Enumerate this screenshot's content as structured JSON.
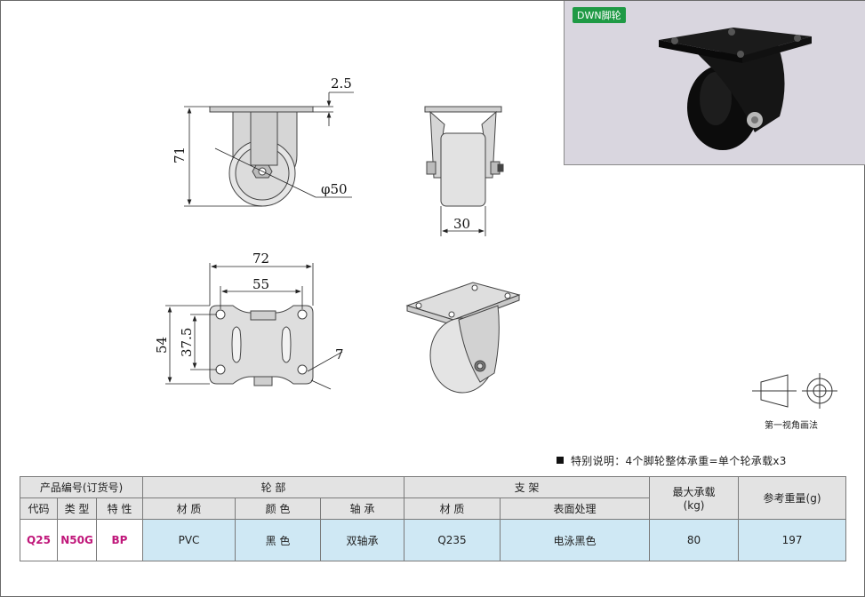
{
  "photo": {
    "tag": "DWN脚轮"
  },
  "dimensions": {
    "side_height": "71",
    "plate_thickness": "2.5",
    "wheel_diameter": "φ50",
    "wheel_width": "30",
    "plate_width": "72",
    "hole_spacing_x": "55",
    "plate_depth": "54",
    "hole_spacing_y": "37.5",
    "hole_diameter": "7"
  },
  "projection": {
    "label": "第一视角画法"
  },
  "note": "特别说明：4个脚轮整体承重=单个轮承载x3",
  "table": {
    "header1": {
      "product_code": "产品编号(订货号)",
      "wheel": "轮 部",
      "bracket": "支 架",
      "max_load": "最大承载",
      "max_load_unit": "(kg)",
      "ref_weight": "参考重量(g)"
    },
    "header2": {
      "code": "代码",
      "type": "类 型",
      "feature": "特 性",
      "wheel_material": "材 质",
      "wheel_color": "颜 色",
      "bearing": "轴 承",
      "bracket_material": "材 质",
      "surface": "表面处理"
    },
    "row": {
      "code": "Q25",
      "type": "N50G",
      "feature": "BP",
      "wheel_material": "PVC",
      "wheel_color": "黑 色",
      "bearing": "双轴承",
      "bracket_material": "Q235",
      "surface": "电泳黑色",
      "max_load": "80",
      "ref_weight": "197"
    }
  }
}
